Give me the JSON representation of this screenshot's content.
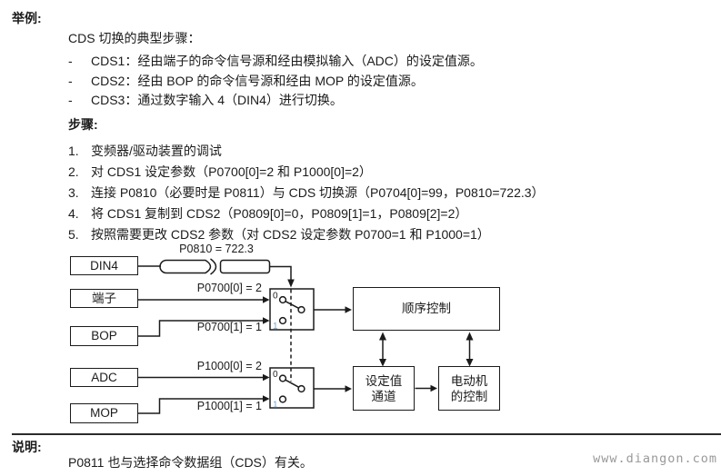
{
  "example": {
    "heading": "举例:",
    "intro": "CDS 切换的典型步骤：",
    "bullets": [
      {
        "marker": "-",
        "text": "CDS1：经由端子的命令信号源和经由模拟输入（ADC）的设定值源。"
      },
      {
        "marker": "-",
        "text": "CDS2：经由 BOP 的命令信号源和经由 MOP 的设定值源。"
      },
      {
        "marker": "-",
        "text": "CDS3：通过数字输入 4（DIN4）进行切换。"
      }
    ],
    "steps_heading": "步骤:",
    "steps": [
      {
        "marker": "1.",
        "text": "变频器/驱动装置的调试"
      },
      {
        "marker": "2.",
        "text": "对 CDS1 设定参数（P0700[0]=2 和 P1000[0]=2）"
      },
      {
        "marker": "3.",
        "text": "连接 P0810（必要时是 P0811）与 CDS 切换源（P0704[0]=99，P0810=722.3）"
      },
      {
        "marker": "4.",
        "text": "将 CDS1 复制到 CDS2（P0809[0]=0，P0809[1]=1，P0809[2]=2）"
      },
      {
        "marker": "5.",
        "text": "按照需要更改 CDS2 参数（对 CDS2 设定参数 P0700=1 和 P1000=1）"
      }
    ]
  },
  "diagram": {
    "sources": [
      "DIN4",
      "端子",
      "BOP",
      "ADC",
      "MOP"
    ],
    "param_labels": {
      "p0810": "P0810 = 722.3",
      "p0700_0": "P0700[0] = 2",
      "p0700_1": "P0700[1] = 1",
      "p1000_0": "P1000[0] = 2",
      "p1000_1": "P1000[1] = 1"
    },
    "switches": [
      {
        "pos0": "0",
        "pos1": "1"
      },
      {
        "pos0": "0",
        "pos1": "1"
      }
    ],
    "blocks": {
      "sequence_control": "顺序控制",
      "setpoint_line1": "设定值",
      "setpoint_line2": "通道",
      "motor_line1": "电动机",
      "motor_line2": "的控制"
    }
  },
  "note": {
    "heading": "说明:",
    "text": "P0811 也与选择命令数据组（CDS）有关。"
  },
  "watermark": "www.diangon.com",
  "colors": {
    "text": "#1b1b1b",
    "switch_pos1_label": "#7aa3c8",
    "watermark": "#999999"
  }
}
